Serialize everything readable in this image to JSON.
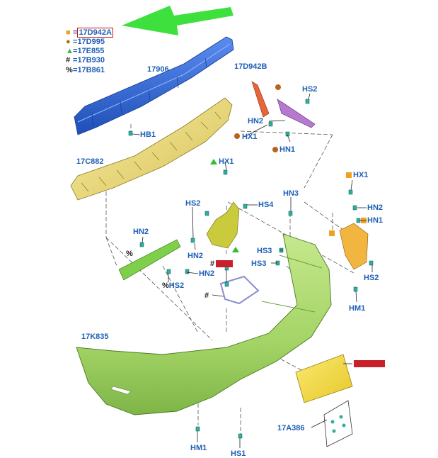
{
  "legend": [
    {
      "symbol_name": "orange-square-icon",
      "symbol": "■",
      "color": "#f0a020",
      "code": "17D942A",
      "highlighted": true
    },
    {
      "symbol_name": "brown-dot-icon",
      "symbol": "●",
      "color": "#b5651d",
      "code": "17D995"
    },
    {
      "symbol_name": "green-triangle-icon",
      "symbol": "▲",
      "color": "#2fbf2f",
      "code": "17E855"
    },
    {
      "symbol_name": "hash-icon",
      "symbol": "#",
      "color": "#222222",
      "code": "17B930"
    },
    {
      "symbol_name": "percent-icon",
      "symbol": "%",
      "color": "#222222",
      "code": "17B861"
    }
  ],
  "legend_equals": "=",
  "parts": {
    "p17906": "17906",
    "p17D942B": "17D942B",
    "hs2_top": "HS2",
    "hn2_top": "HN2",
    "hx1_mid": "HX1",
    "hn1_mid": "HN1",
    "hb1": "HB1",
    "p17C882": "17C882",
    "hx1_center": "HX1",
    "hx1_right": "HX1",
    "hs2_center": "HS2",
    "hs4": "HS4",
    "hn3": "HN3",
    "hn2_right": "HN2",
    "hn1_right": "HN1",
    "hn2_left": "HN2",
    "hn2_center": "HN2",
    "hn2_low": "HN2",
    "hs3_a": "HS3",
    "hs3_b": "HS3",
    "hs2_right": "HS2",
    "hm1_right": "HM1",
    "hs2_pct": "HS2",
    "pct": "%",
    "hash_a": "#",
    "hash_b": "#",
    "p17K835": "17K835",
    "p17A386": "17A386",
    "hm1_bottom": "HM1",
    "hs1_bottom": "HS1"
  },
  "colors": {
    "label": "#1f5fb5",
    "beam": "#3a6fd8",
    "absorber": "#ecdc7a",
    "bumper": "#a9d86a",
    "bracket_yellow": "#f2b640",
    "arrow": "#3ee03e"
  }
}
